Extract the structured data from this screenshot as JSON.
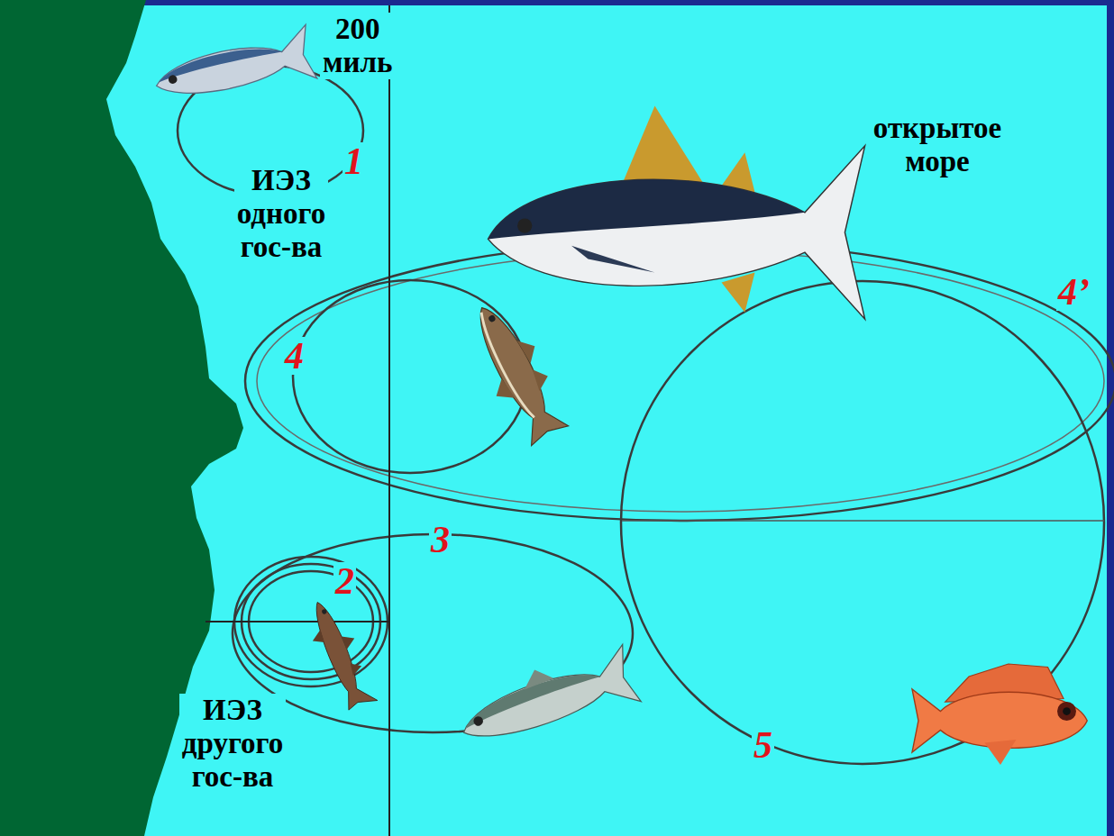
{
  "diagram": {
    "labels": [
      "200 миль",
      "ИЭЗ одного гос-ва",
      "открытое море",
      "ИЭЗ другого гос-ва",
      "1",
      "4",
      "4’",
      "3",
      "2",
      "5"
    ]
  }
}
